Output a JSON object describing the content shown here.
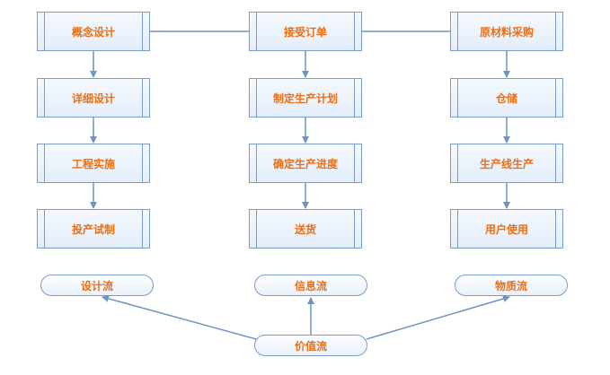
{
  "columns": [
    {
      "steps": [
        "概念设计",
        "详细设计",
        "工程实施",
        "投产试制"
      ]
    },
    {
      "steps": [
        "接受订单",
        "制定生产计划",
        "确定生产进度",
        "送货"
      ]
    },
    {
      "steps": [
        "原材料采购",
        "仓储",
        "生产线生产",
        "用户使用"
      ]
    }
  ],
  "flows": {
    "design": "设计流",
    "info": "信息流",
    "material": "物质流",
    "value": "价值流"
  },
  "colors": {
    "line": "#6f93c4",
    "text": "#e8701a",
    "border": "#7b9cc7"
  }
}
